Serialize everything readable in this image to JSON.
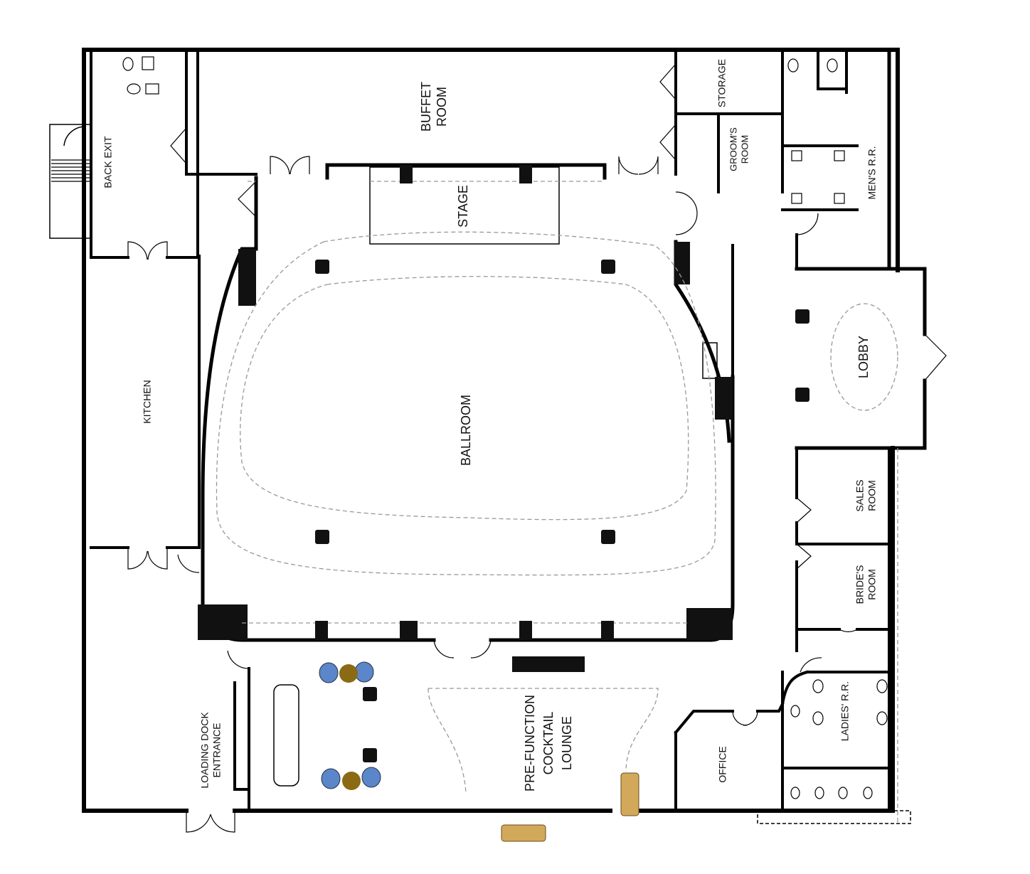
{
  "plan": {
    "rooms": {
      "buffet_room": [
        "BUFFET",
        "ROOM"
      ],
      "storage": [
        "STORAGE"
      ],
      "grooms_room": [
        "GROOM'S",
        "ROOM"
      ],
      "mens_rr": [
        "MEN'S R.R."
      ],
      "back_exit": [
        "BACK EXIT"
      ],
      "stage": [
        "STAGE"
      ],
      "kitchen": [
        "KITCHEN"
      ],
      "ballroom": [
        "BALLROOM"
      ],
      "lobby": [
        "LOBBY"
      ],
      "sales_room": [
        "SALES",
        "ROOM"
      ],
      "brides_room": [
        "BRIDE'S",
        "ROOM"
      ],
      "ladies_rr": [
        "LADIES' R.R."
      ],
      "office": [
        "OFFICE"
      ],
      "lounge": [
        "PRE-FUNCTION",
        "COCKTAIL",
        "LOUNGE"
      ],
      "loading_dock": [
        "LOADING DOCK",
        "ENTRANCE"
      ]
    },
    "colors": {
      "wall": "#000000",
      "chair": "#5b86c9",
      "table": "#8a6a12",
      "sofa": "#d2a85a"
    }
  }
}
